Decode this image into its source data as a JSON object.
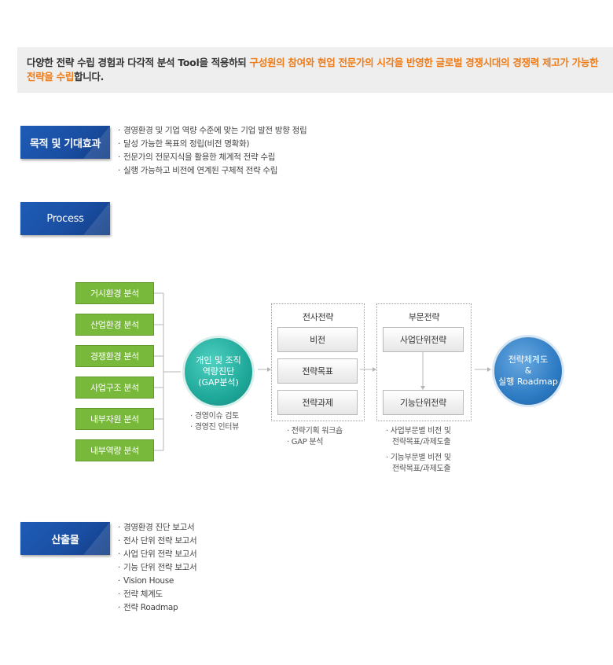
{
  "intro": {
    "part1": "다양한 전략 수립 경험과 다각적 분석 Tool을 적용하되 ",
    "highlight1": "구성원의 참여와 현업 전문가의 시각을 반영한 글로벌 경쟁시대의 경쟁력 제고가 가능한 전략을 수립",
    "part2": "합니다."
  },
  "purpose": {
    "label": "목적 및 기대효과",
    "items": [
      "경영환경 및 기업 역량 수준에 맞는 기업 발전 방향 정립",
      "달성 가능한 목표의 정립(비전 명확화)",
      "전문가의 전문지식을 활용한 체계적 전략 수립",
      "실행 가능하고 비전에 연계된 구체적 전략 수립"
    ]
  },
  "process": {
    "label": "Process",
    "analyses": [
      "거시환경 분석",
      "산업환경 분석",
      "경쟁환경 분석",
      "사업구조 분석",
      "내부자원 분석",
      "내부역량 분석"
    ],
    "diagnosis": {
      "line1": "개인 및 조직",
      "line2": "역량진단",
      "line3": "(GAP분석)",
      "notes": [
        "경영이슈 검토",
        "경영진 인터뷰"
      ]
    },
    "corporate": {
      "title": "전사전략",
      "boxes": [
        "비전",
        "전략목표",
        "전략과제"
      ],
      "notes": [
        "전략기획 워크숍",
        "GAP 분석"
      ]
    },
    "division": {
      "title": "부문전략",
      "box1": "사업단위전략",
      "box2": "기능단위전략",
      "notes": [
        {
          "line1": "사업부문별 비전 및",
          "line2": "전략목표/과제도출"
        },
        {
          "line1": "기능부문별 비전 및",
          "line2": "전략목표/과제도출"
        }
      ]
    },
    "result": {
      "line1": "전략체계도",
      "line2": "&",
      "line3": "실행 Roadmap"
    }
  },
  "outputs": {
    "label": "산출물",
    "items": [
      "경영환경 진단 보고서",
      "전사 단위 전략 보고서",
      "사업 단위 전략 보고서",
      "기능 단위 전략 보고서",
      "Vision House",
      "전략 체계도",
      "전략 Roadmap"
    ]
  }
}
